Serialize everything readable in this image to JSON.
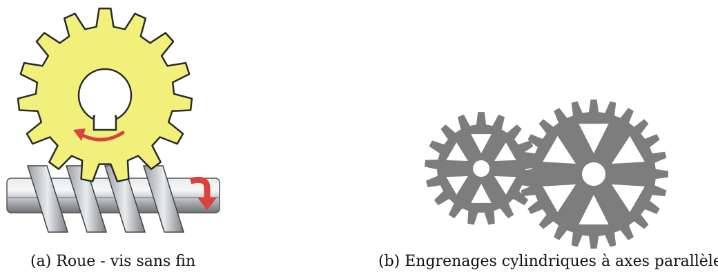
{
  "figures": [
    {
      "id": "a",
      "caption": "(a) Roue - vis sans fin",
      "colors": {
        "wheel": "#f0f07a",
        "outline": "#2a2a2a",
        "shaft": "#b9bcbf",
        "arrow": "#d9423f"
      },
      "wheel_teeth": 15
    },
    {
      "id": "b",
      "caption": "(b) Engrenages cylindriques à axes parallèles",
      "colors": {
        "gear": "#7d7d7d",
        "hole": "#ffffff"
      },
      "small_gear_teeth": 17,
      "large_gear_teeth": 24
    }
  ]
}
